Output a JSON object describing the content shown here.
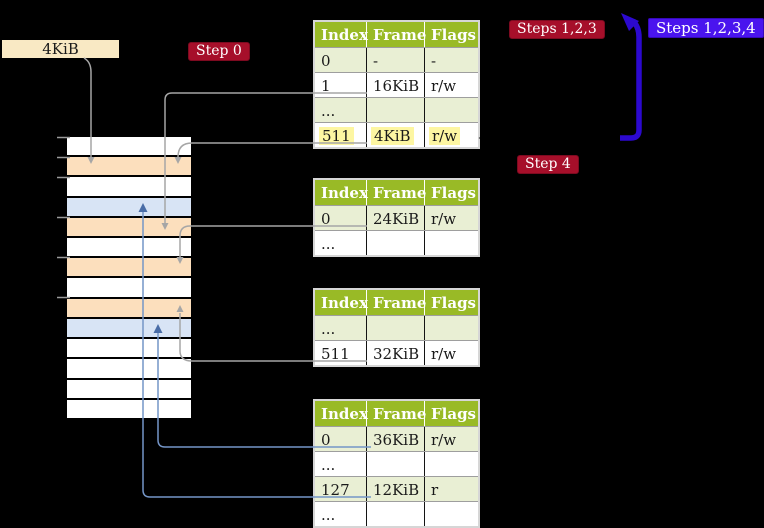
{
  "colors": {
    "header_green": "#99ba26",
    "row_green": "#e9efd4",
    "row_white": "#ffffff",
    "highlight_yellow": "#fdf6a2",
    "frame_orange": "#fcdfbd",
    "frame_blue": "#d8e4f5",
    "box_tan": "#f9e9c4",
    "label_crimson": "#a60f2a",
    "label_violet": "#4a14ee",
    "arrow_blue_thick": "#2c09cf",
    "line_gray": "#a6a6a6",
    "line_blue": "#7495c7",
    "head_blue": "#4a6da7",
    "tick_gray": "#9b9b9b",
    "background": "#000000",
    "text_dark": "#1a1a1a",
    "text_white": "#ffffff"
  },
  "labels": {
    "page_size": "4KiB",
    "step0": "Step 0",
    "steps123": "Steps 1,2,3",
    "steps1234": "Steps 1,2,3,4",
    "step4": "Step 4"
  },
  "tables": {
    "headers": [
      "Index",
      "Frame",
      "Flags"
    ],
    "t1": {
      "rows": [
        [
          "0",
          "-",
          "-"
        ],
        [
          "1",
          "16KiB",
          "r/w"
        ],
        [
          "...",
          "",
          ""
        ],
        [
          "511",
          "4KiB",
          "r/w"
        ]
      ]
    },
    "t2": {
      "rows": [
        [
          "0",
          "24KiB",
          "r/w"
        ],
        [
          "...",
          "",
          ""
        ]
      ]
    },
    "t3": {
      "rows": [
        [
          "...",
          "",
          ""
        ],
        [
          "511",
          "32KiB",
          "r/w"
        ]
      ]
    },
    "t4": {
      "rows": [
        [
          "0",
          "36KiB",
          "r/w"
        ],
        [
          "...",
          "",
          ""
        ],
        [
          "127",
          "12KiB",
          "r"
        ],
        [
          "...",
          "",
          ""
        ]
      ]
    }
  },
  "memory": {
    "rows": [
      "white",
      "orange",
      "white",
      "blue",
      "orange",
      "white",
      "orange",
      "white",
      "orange",
      "blue",
      "white",
      "white",
      "white",
      "white"
    ]
  }
}
